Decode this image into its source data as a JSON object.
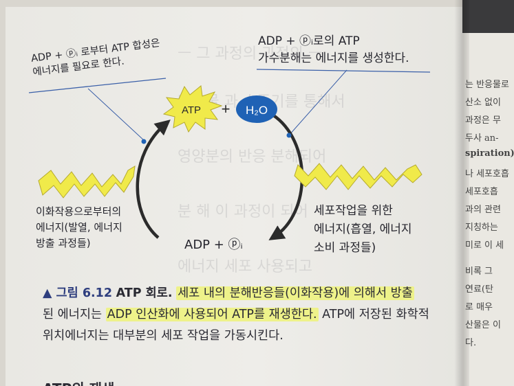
{
  "diagram": {
    "left_note": "ADP + ⓟᵢ 로부터 ATP 합성은\n에너지를 필요로 한다.",
    "right_note": "ADP + ⓟᵢ로의 ATP\n가수분해는 에너지를 생성한다.",
    "atp": "ATP",
    "plus": "+",
    "h2o": "H₂O",
    "adp_pi": "ADP + ⓟᵢ",
    "catabolism_energy": "이화작용으로부터의\n에너지(발열, 에너지\n방출 과정들)",
    "work_energy": "세포작업을 위한\n에너지(흡열, 에너지\n소비 과정들)"
  },
  "caption": {
    "fig_label": "▲ 그림 6.12",
    "title": "ATP 회로.",
    "line1": "세포 내의 분해반응들(이화작용)에 의해서 방출",
    "line2a": "된 에너지는 ",
    "line2b": "ADP 인산화에 사용되어 ATP를 재생한다.",
    "line2c": " ATP에 저장된 화학적",
    "line3": "위치에너지는 대부분의 세포 작업을 가동시킨다."
  },
  "bottom_heading": "ATP의 재생",
  "right_page": {
    "lines": [
      "는 반응물로",
      "산소 없이",
      "과정은 무",
      "두사 an-",
      "spiration)",
      "나 세포호흡",
      "세포호흡",
      "과의 관련",
      "지칭하는",
      "미로 이 세",
      "비록 그",
      "연료(탄",
      "로 매우",
      "산물은 이",
      "다."
    ]
  },
  "colors": {
    "blue": "#1f62b5",
    "yellow": "#f0ea4a",
    "highlight": "#eef28a",
    "line_color": "#3a5fa8"
  }
}
